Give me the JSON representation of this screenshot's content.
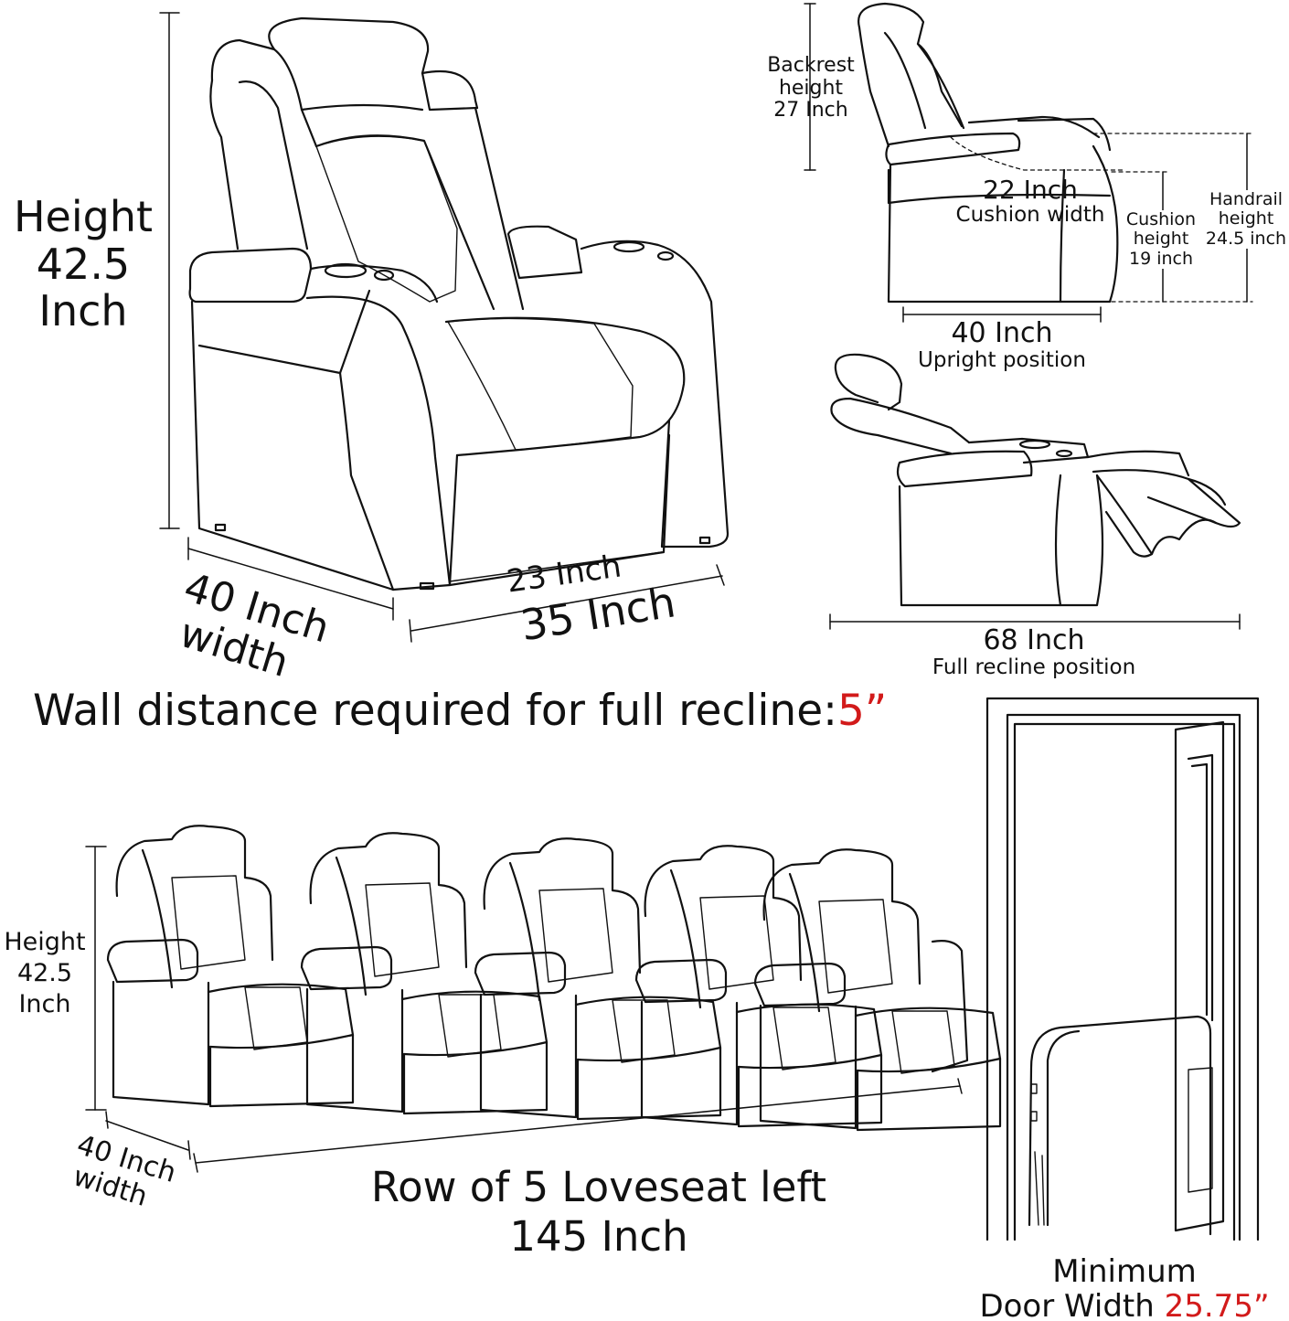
{
  "main_chair": {
    "height_label": [
      "Height",
      "42.5",
      "Inch"
    ],
    "depth_label": [
      "40 Inch",
      "width"
    ],
    "seat_width": "23 Inch",
    "overall_width": "35 Inch"
  },
  "side_upright": {
    "backrest": [
      "Backrest",
      "height",
      "27 Inch"
    ],
    "cushion_width_value": "22 Inch",
    "cushion_width_caption": "Cushion width",
    "cushion_height": [
      "Cushion",
      "height",
      "19 inch"
    ],
    "handrail_height": [
      "Handrail",
      "height",
      "24.5 inch"
    ],
    "length_value": "40 Inch",
    "length_caption": "Upright position"
  },
  "side_recline": {
    "length_value": "68 Inch",
    "length_caption": "Full recline position"
  },
  "wall_distance": {
    "text": "Wall distance required for full recline:",
    "value": "5”"
  },
  "row": {
    "height_label": [
      "Height",
      "42.5",
      "Inch"
    ],
    "depth_label": [
      "40 Inch",
      "width"
    ],
    "title": "Row of 5 Loveseat left",
    "width": "145 Inch"
  },
  "door": {
    "caption_line1": "Minimum",
    "caption_text": "Door Width ",
    "caption_value": "25.75”"
  },
  "colors": {
    "line": "#111111",
    "accent": "#d21a1a"
  }
}
